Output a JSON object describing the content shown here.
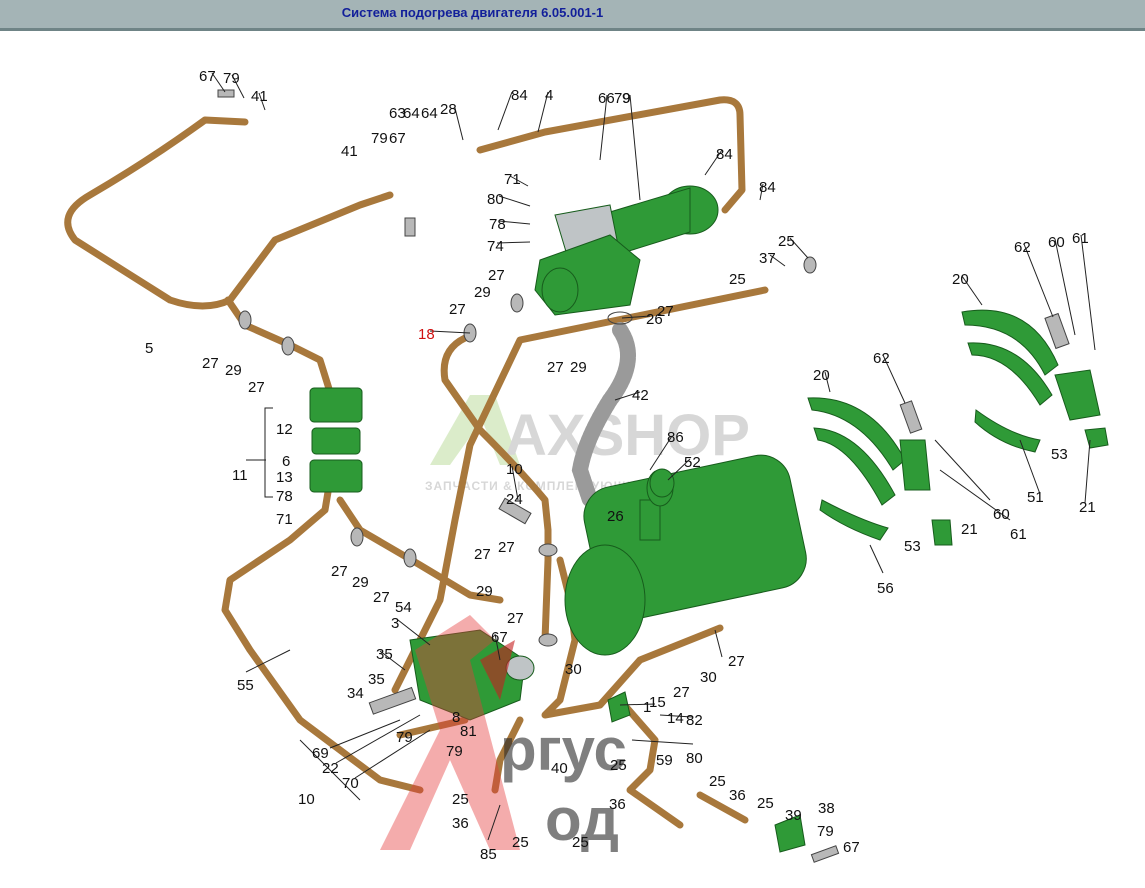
{
  "window": {
    "title": "Система подогрева двигателя 6.05.001-1"
  },
  "colors": {
    "pipe": "#a8783c",
    "part": "#2f9a37",
    "highlight_label": "#d01010",
    "titlebar": "#a4b4b6",
    "title_text": "#121f9a"
  },
  "watermarks": {
    "shop_brand": "AXSHOP",
    "shop_tagline": "ЗАПЧАСТИ & КОМПЛЕКТУЮЩИЕ",
    "logo_line1": "ргус",
    "logo_line2": "од"
  },
  "callouts": [
    {
      "id": "c1",
      "text": "67"
    },
    {
      "id": "c2",
      "text": "79"
    },
    {
      "id": "c3",
      "text": "41"
    },
    {
      "id": "c4",
      "text": "63"
    },
    {
      "id": "c5",
      "text": "64"
    },
    {
      "id": "c6",
      "text": "64"
    },
    {
      "id": "c7",
      "text": "28"
    },
    {
      "id": "c8",
      "text": "84"
    },
    {
      "id": "c9",
      "text": "4"
    },
    {
      "id": "c10",
      "text": "66"
    },
    {
      "id": "c11",
      "text": "79"
    },
    {
      "id": "c12",
      "text": "9"
    },
    {
      "id": "c13",
      "text": "41"
    },
    {
      "id": "c14",
      "text": "79"
    },
    {
      "id": "c15",
      "text": "67"
    },
    {
      "id": "c16",
      "text": "71"
    },
    {
      "id": "c17",
      "text": "80"
    },
    {
      "id": "c18",
      "text": "78"
    },
    {
      "id": "c19",
      "text": "74"
    },
    {
      "id": "c20",
      "text": "84"
    },
    {
      "id": "c21",
      "text": "84"
    },
    {
      "id": "c22",
      "text": "25"
    },
    {
      "id": "c23",
      "text": "37"
    },
    {
      "id": "c24",
      "text": "25"
    },
    {
      "id": "c25",
      "text": "27"
    },
    {
      "id": "c26",
      "text": "27"
    },
    {
      "id": "c27",
      "text": "29"
    },
    {
      "id": "c28",
      "text": "27"
    },
    {
      "id": "c29",
      "text": "18",
      "highlight": true
    },
    {
      "id": "c30",
      "text": "26"
    },
    {
      "id": "c31",
      "text": "27"
    },
    {
      "id": "c32",
      "text": "29"
    },
    {
      "id": "c33",
      "text": "5"
    },
    {
      "id": "c34",
      "text": "27"
    },
    {
      "id": "c35",
      "text": "29"
    },
    {
      "id": "c36",
      "text": "27"
    },
    {
      "id": "c37",
      "text": "12"
    },
    {
      "id": "c38",
      "text": "6"
    },
    {
      "id": "c39",
      "text": "11"
    },
    {
      "id": "c40",
      "text": "13"
    },
    {
      "id": "c41",
      "text": "78"
    },
    {
      "id": "c42",
      "text": "71"
    },
    {
      "id": "c43",
      "text": "42"
    },
    {
      "id": "c44",
      "text": "86"
    },
    {
      "id": "c45",
      "text": "52"
    },
    {
      "id": "c46",
      "text": "10"
    },
    {
      "id": "c47",
      "text": "24"
    },
    {
      "id": "c48",
      "text": "26"
    },
    {
      "id": "c49",
      "text": "27"
    },
    {
      "id": "c50",
      "text": "27"
    },
    {
      "id": "c51",
      "text": "29"
    },
    {
      "id": "c52",
      "text": "27"
    },
    {
      "id": "c53",
      "text": "27"
    },
    {
      "id": "c54",
      "text": "29"
    },
    {
      "id": "c55",
      "text": "27"
    },
    {
      "id": "c56",
      "text": "54"
    },
    {
      "id": "c57",
      "text": "62"
    },
    {
      "id": "c58",
      "text": "60"
    },
    {
      "id": "c59",
      "text": "61"
    },
    {
      "id": "c60",
      "text": "20"
    },
    {
      "id": "c61",
      "text": "20"
    },
    {
      "id": "c62",
      "text": "62"
    },
    {
      "id": "c63",
      "text": "60"
    },
    {
      "id": "c64",
      "text": "61"
    },
    {
      "id": "c65",
      "text": "21"
    },
    {
      "id": "c66",
      "text": "53"
    },
    {
      "id": "c67",
      "text": "51"
    },
    {
      "id": "c68",
      "text": "53"
    },
    {
      "id": "c69",
      "text": "21"
    },
    {
      "id": "c70",
      "text": "56"
    },
    {
      "id": "c71",
      "text": "3"
    },
    {
      "id": "c72",
      "text": "35"
    },
    {
      "id": "c73",
      "text": "67"
    },
    {
      "id": "c74",
      "text": "55"
    },
    {
      "id": "c75",
      "text": "35"
    },
    {
      "id": "c76",
      "text": "34"
    },
    {
      "id": "c77",
      "text": "30"
    },
    {
      "id": "c78",
      "text": "30"
    },
    {
      "id": "c79",
      "text": "27"
    },
    {
      "id": "c80",
      "text": "27"
    },
    {
      "id": "c81",
      "text": "15"
    },
    {
      "id": "c82",
      "text": "1"
    },
    {
      "id": "c83",
      "text": "14"
    },
    {
      "id": "c84",
      "text": "82"
    },
    {
      "id": "c85",
      "text": "80"
    },
    {
      "id": "c86",
      "text": "59"
    },
    {
      "id": "c87",
      "text": "69"
    },
    {
      "id": "c88",
      "text": "79"
    },
    {
      "id": "c89",
      "text": "22"
    },
    {
      "id": "c90",
      "text": "70"
    },
    {
      "id": "c91",
      "text": "8"
    },
    {
      "id": "c92",
      "text": "81"
    },
    {
      "id": "c93",
      "text": "79"
    },
    {
      "id": "c94",
      "text": "40"
    },
    {
      "id": "c95",
      "text": "25"
    },
    {
      "id": "c96",
      "text": "25"
    },
    {
      "id": "c97",
      "text": "36"
    },
    {
      "id": "c98",
      "text": "36"
    },
    {
      "id": "c99",
      "text": "25"
    },
    {
      "id": "c100",
      "text": "85"
    },
    {
      "id": "c101",
      "text": "25"
    },
    {
      "id": "c102",
      "text": "10"
    },
    {
      "id": "c103",
      "text": "25"
    },
    {
      "id": "c104",
      "text": "36"
    },
    {
      "id": "c105",
      "text": "25"
    },
    {
      "id": "c106",
      "text": "39"
    },
    {
      "id": "c107",
      "text": "38"
    },
    {
      "id": "c108",
      "text": "79"
    },
    {
      "id": "c109",
      "text": "67"
    }
  ]
}
